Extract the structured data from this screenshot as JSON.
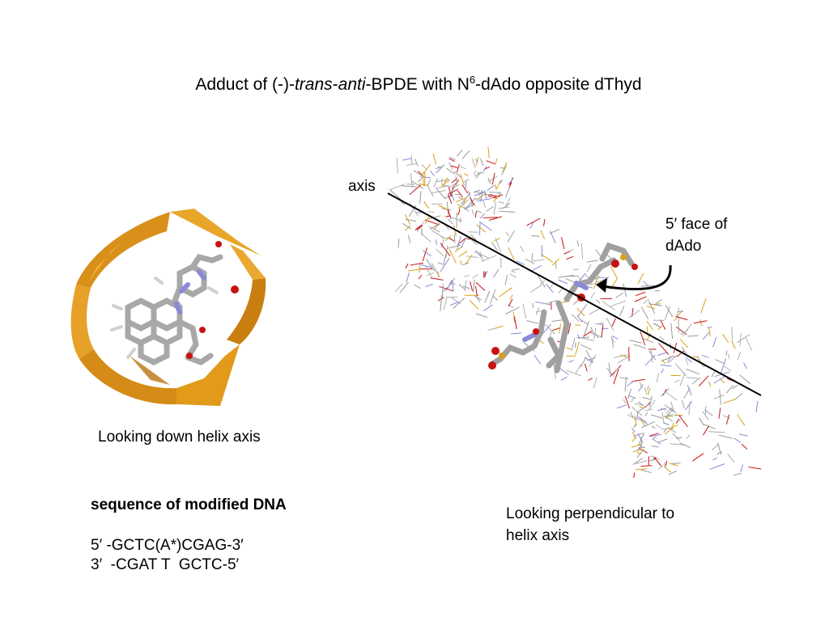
{
  "slide": {
    "title": {
      "part1": "Adduct of (-)-",
      "part2_italic": "trans",
      "part3": "-",
      "part4_italic": "anti",
      "part5": "-BPDE with N",
      "superscript": "6",
      "part6": "-dAdo opposite dThyd"
    },
    "left_caption": "Looking down helix axis",
    "right_caption_line1": "Looking perpendicular to",
    "right_caption_line2": "helix axis",
    "axis_label": "axis",
    "face_label_line1": "5′ face of",
    "face_label_line2": "dAdo",
    "sequence": {
      "heading": "sequence of modified DNA",
      "strand1": "5′ -GCTC(A*)CGAG-3′",
      "strand2": "3′  -CGAT T  GCTC-5′"
    }
  },
  "colors": {
    "ribbon": "#e19a1a",
    "stick_gray": "#a8a8a8",
    "nitrogen": "#8a8ad8",
    "oxygen": "#c81212",
    "phosphorus": "#d7a21a"
  }
}
